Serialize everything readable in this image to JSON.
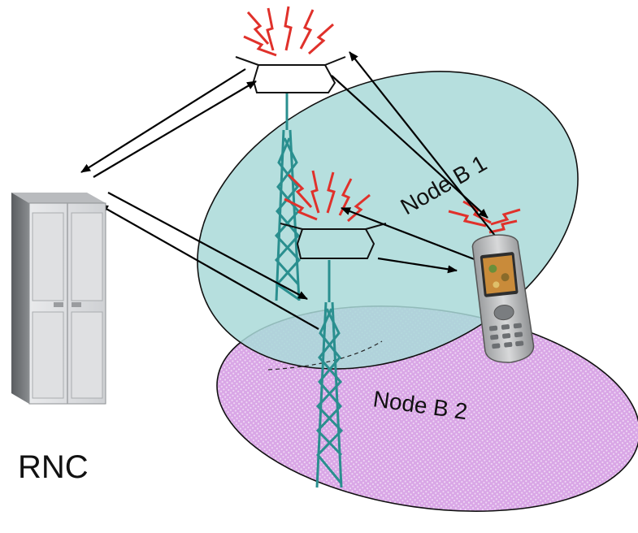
{
  "labels": {
    "rnc": "RNC",
    "node_b1": "Node B 1",
    "node_b2": "Node B 2"
  },
  "colors": {
    "cell1_fill": "#a9d9d8",
    "cell2_fill": "#d9a6e6",
    "tower": "#2a8f8f",
    "signal": "#e0312b",
    "arrow": "#000000"
  },
  "icons": {
    "rnc": "server-rack-icon",
    "tower1": "antenna-tower-icon",
    "tower2": "antenna-tower-icon",
    "phone": "mobile-phone-icon"
  }
}
